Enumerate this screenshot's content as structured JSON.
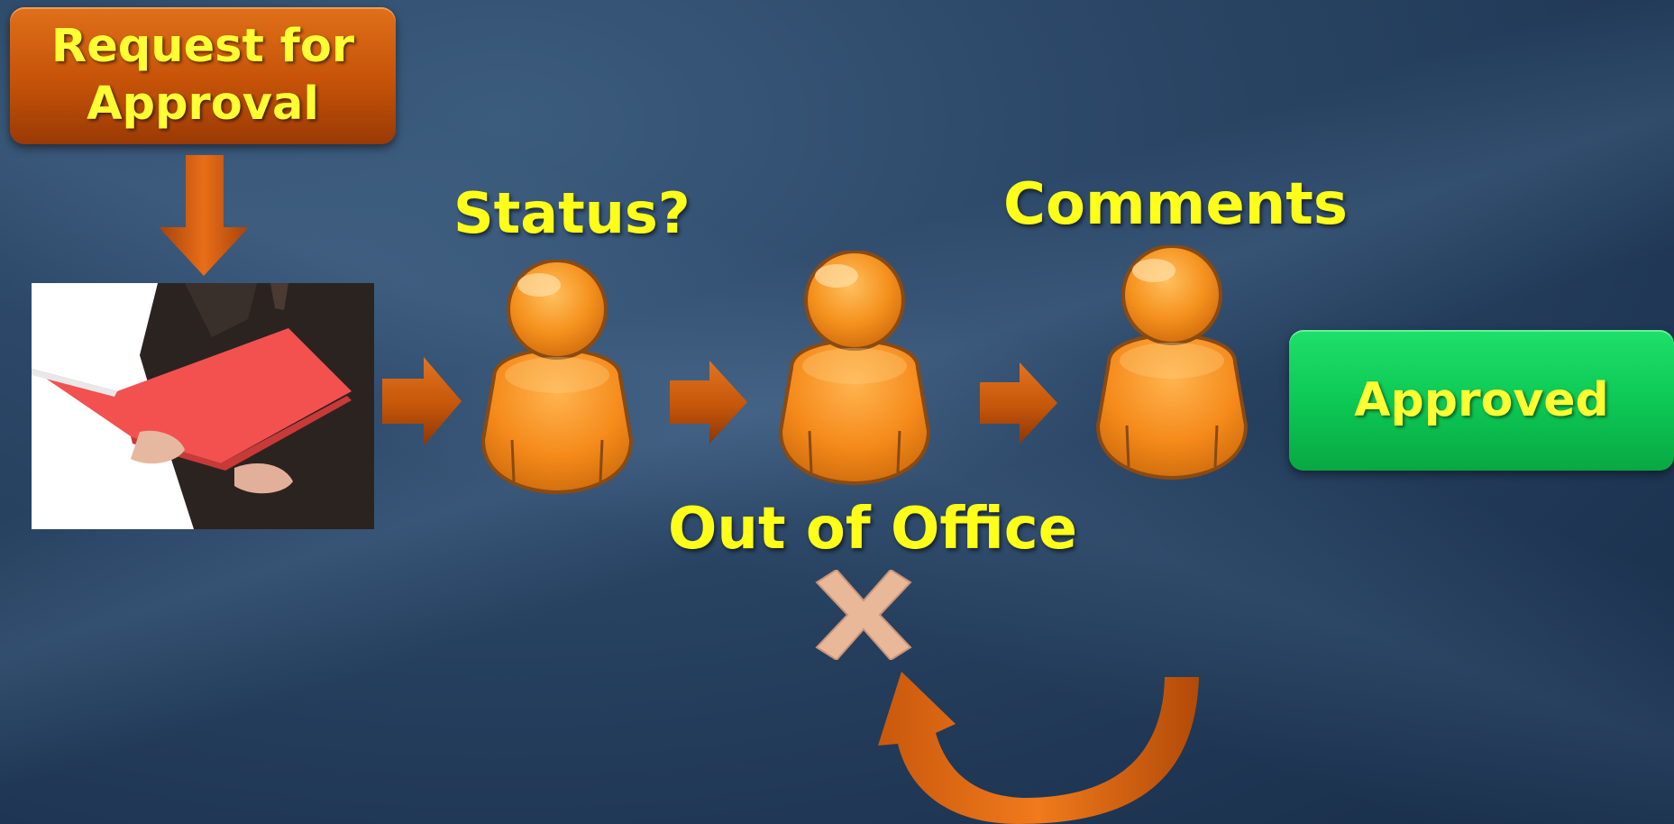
{
  "request_box": {
    "text": "Request for Approval"
  },
  "labels": {
    "status": "Status?",
    "comments": "Comments",
    "out_of_office": "Out of Office"
  },
  "approved_box": {
    "text": "Approved"
  },
  "colors": {
    "label_text": "#ffff1a",
    "request_box": "#c55208",
    "approved_box": "#0cc653",
    "arrow": "#d05a0c",
    "person": "#f5921e",
    "cross": "#e8b898",
    "background": "#1f3a5a"
  },
  "icons": [
    "document-folder-photo",
    "person-icon",
    "right-arrow-icon",
    "down-arrow-icon",
    "cross-icon",
    "curved-arrow-icon"
  ]
}
